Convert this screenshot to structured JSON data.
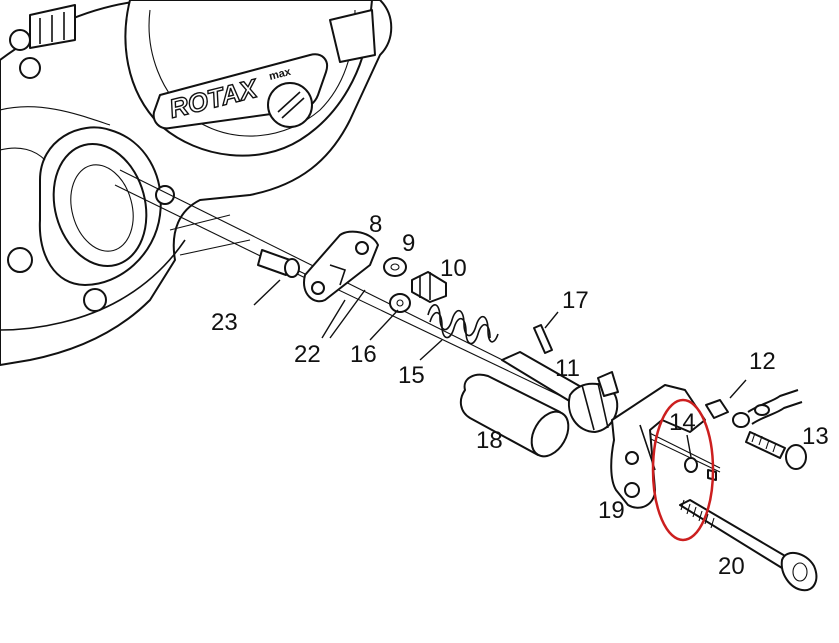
{
  "diagram": {
    "housing_logo": "ROTAX",
    "housing_logo_suffix": "max",
    "callouts": [
      {
        "id": "p8",
        "text": "8"
      },
      {
        "id": "p9",
        "text": "9"
      },
      {
        "id": "p10",
        "text": "10"
      },
      {
        "id": "p11",
        "text": "11"
      },
      {
        "id": "p12",
        "text": "12"
      },
      {
        "id": "p13",
        "text": "13"
      },
      {
        "id": "p14",
        "text": "14"
      },
      {
        "id": "p15",
        "text": "15"
      },
      {
        "id": "p16",
        "text": "16"
      },
      {
        "id": "p17",
        "text": "17"
      },
      {
        "id": "p18",
        "text": "18"
      },
      {
        "id": "p19",
        "text": "19"
      },
      {
        "id": "p20",
        "text": "20"
      },
      {
        "id": "p22",
        "text": "22"
      },
      {
        "id": "p23",
        "text": "23"
      }
    ],
    "highlight_color": "#cc1f1f"
  }
}
